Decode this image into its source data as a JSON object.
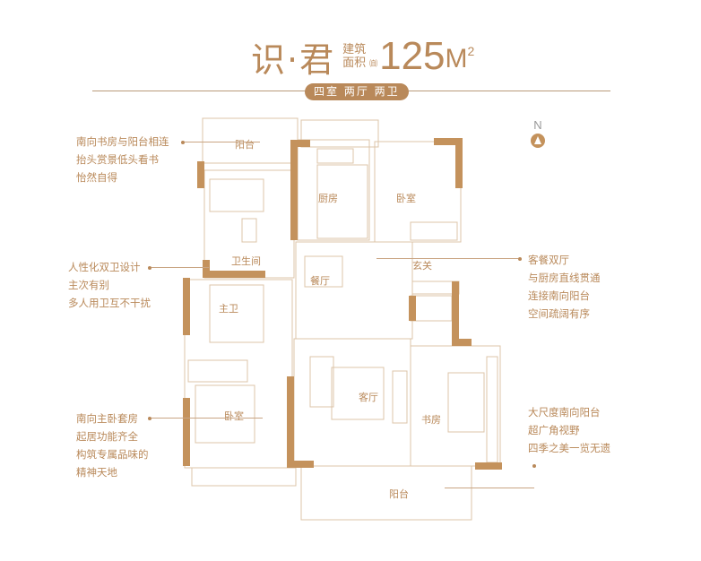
{
  "header": {
    "name": "识·君",
    "area_label_line1": "建筑",
    "area_label_line2": "面积",
    "approx_symbol": "㉂",
    "area_value": "125",
    "area_unit": "M",
    "area_unit_sup": "2",
    "layout_badge": "四室 两厅 两卫"
  },
  "compass": {
    "label": "N",
    "icon": "north-arrow-icon"
  },
  "notes": {
    "study": [
      "南向书房与阳台相连",
      "抬头赏景低头看书",
      "怡然自得"
    ],
    "bath": [
      "人性化双卫设计",
      "主次有别",
      "多人用卫互不干扰"
    ],
    "master": [
      "南向主卧套房",
      "起居功能齐全",
      "构筑专属品味的",
      "精神天地"
    ],
    "living": [
      "客餐双厅",
      "与厨房直线贯通",
      "连接南向阳台",
      "空间疏阔有序"
    ],
    "balcony": [
      "大尺度南向阳台",
      "超广角视野",
      "四季之美一览无遗"
    ]
  },
  "rooms": {
    "balcony_north": "阳台",
    "kitchen": "厨房",
    "bedroom_north": "卧室",
    "bathroom": "卫生间",
    "master_bath": "主卫",
    "dining": "餐厅",
    "entrance": "玄关",
    "living": "客厅",
    "study": "书房",
    "master_bedroom": "卧室",
    "balcony_south": "阳台"
  },
  "colors": {
    "accent": "#b9895a",
    "wall": "#c4925c",
    "line": "#d9c0a4"
  }
}
